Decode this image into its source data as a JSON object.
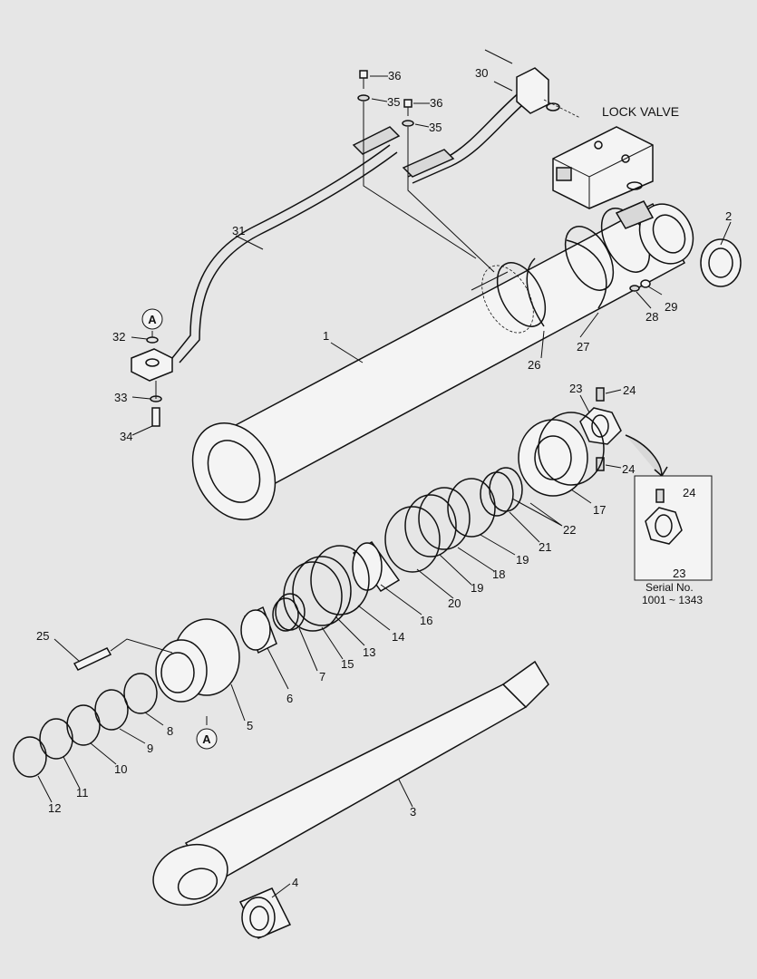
{
  "diagram": {
    "lock_valve_label": "LOCK VALVE",
    "callout_marker": "A",
    "inset": {
      "serial_label": "Serial No.",
      "serial_range": "1001 ~ 1343",
      "part_24": "24",
      "part_23": "23"
    },
    "part_labels": [
      "1",
      "2",
      "3",
      "4",
      "5",
      "6",
      "7",
      "8",
      "9",
      "10",
      "11",
      "12",
      "13",
      "14",
      "15",
      "16",
      "17",
      "18",
      "19",
      "19",
      "20",
      "21",
      "22",
      "23",
      "24",
      "24",
      "25",
      "26",
      "27",
      "28",
      "29",
      "30",
      "31",
      "32",
      "33",
      "34",
      "35",
      "35",
      "36",
      "36"
    ]
  }
}
